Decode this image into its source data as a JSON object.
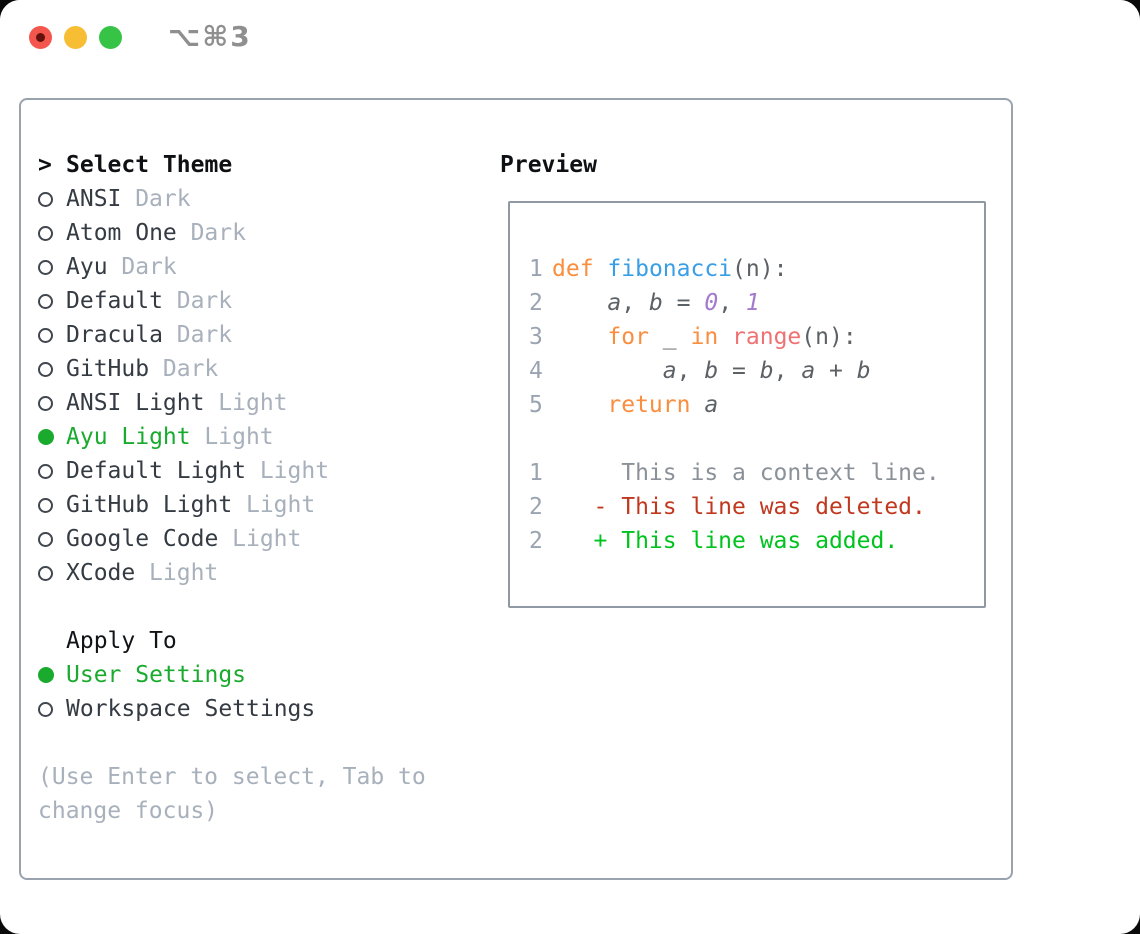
{
  "window": {
    "title": "⌥⌘3",
    "traffic_lights": [
      "close",
      "minimize",
      "zoom"
    ]
  },
  "theme_picker": {
    "prompt": ">",
    "header": "Select Theme",
    "items": [
      {
        "name": "ANSI",
        "variant": "Dark",
        "selected": false
      },
      {
        "name": "Atom One",
        "variant": "Dark",
        "selected": false
      },
      {
        "name": "Ayu",
        "variant": "Dark",
        "selected": false
      },
      {
        "name": "Default",
        "variant": "Dark",
        "selected": false
      },
      {
        "name": "Dracula",
        "variant": "Dark",
        "selected": false
      },
      {
        "name": "GitHub",
        "variant": "Dark",
        "selected": false
      },
      {
        "name": "ANSI Light",
        "variant": "Light",
        "selected": false
      },
      {
        "name": "Ayu Light",
        "variant": "Light",
        "selected": true
      },
      {
        "name": "Default Light",
        "variant": "Light",
        "selected": false
      },
      {
        "name": "GitHub Light",
        "variant": "Light",
        "selected": false
      },
      {
        "name": "Google Code",
        "variant": "Light",
        "selected": false
      },
      {
        "name": "XCode",
        "variant": "Light",
        "selected": false
      }
    ]
  },
  "apply_to": {
    "header": "Apply To",
    "options": [
      {
        "label": "User Settings",
        "selected": true
      },
      {
        "label": "Workspace Settings",
        "selected": false
      }
    ]
  },
  "hint": "(Use Enter to select, Tab to change focus)",
  "preview": {
    "header": "Preview",
    "code_lines": [
      {
        "num": "1",
        "tokens": [
          [
            "kw",
            "def"
          ],
          [
            "fg",
            " "
          ],
          [
            "fn",
            "fibonacci"
          ],
          [
            "fg",
            "(n):"
          ]
        ]
      },
      {
        "num": "2",
        "tokens": [
          [
            "fg",
            "    "
          ],
          [
            "var",
            "a"
          ],
          [
            "fg",
            ", "
          ],
          [
            "var",
            "b"
          ],
          [
            "fg",
            " = "
          ],
          [
            "num",
            "0"
          ],
          [
            "fg",
            ", "
          ],
          [
            "num",
            "1"
          ]
        ]
      },
      {
        "num": "3",
        "tokens": [
          [
            "fg",
            "    "
          ],
          [
            "kw",
            "for"
          ],
          [
            "fg",
            " _ "
          ],
          [
            "kw",
            "in"
          ],
          [
            "fg",
            " "
          ],
          [
            "coral",
            "range"
          ],
          [
            "fg",
            "(n):"
          ]
        ]
      },
      {
        "num": "4",
        "tokens": [
          [
            "fg",
            "        "
          ],
          [
            "var",
            "a"
          ],
          [
            "fg",
            ", "
          ],
          [
            "var",
            "b"
          ],
          [
            "fg",
            " = "
          ],
          [
            "var",
            "b"
          ],
          [
            "fg",
            ", "
          ],
          [
            "var",
            "a"
          ],
          [
            "fg",
            " + "
          ],
          [
            "var",
            "b"
          ]
        ]
      },
      {
        "num": "5",
        "tokens": [
          [
            "fg",
            "    "
          ],
          [
            "kw",
            "return"
          ],
          [
            "fg",
            " "
          ],
          [
            "var",
            "a"
          ]
        ]
      },
      {
        "num": "",
        "tokens": []
      },
      {
        "num": "1",
        "tokens": [
          [
            "ctx",
            "     This is a context line."
          ]
        ]
      },
      {
        "num": "2",
        "tokens": [
          [
            "fg",
            "   "
          ],
          [
            "del",
            "- This line was deleted."
          ]
        ]
      },
      {
        "num": "2",
        "tokens": [
          [
            "fg",
            "   "
          ],
          [
            "add",
            "+ This line was added."
          ]
        ]
      }
    ]
  },
  "colors": {
    "ui_green": "#1aab2e",
    "text_dark": "#353b43",
    "text_black": "#111417",
    "muted": "#a7b0bb",
    "panel_border": "#99a3ad",
    "traffic_red": "#f3564d",
    "traffic_yellow": "#f7bd33",
    "traffic_green": "#36c346",
    "syntax_keyword": "#fa8d3e",
    "syntax_function": "#399ee6",
    "syntax_builtin": "#f07171",
    "syntax_number": "#a37acc",
    "syntax_fg": "#5c6166",
    "gutter": "#9aa4b1",
    "diff_context": "#8b9198",
    "diff_deleted": "#c0391f",
    "diff_added": "#00c31e"
  }
}
